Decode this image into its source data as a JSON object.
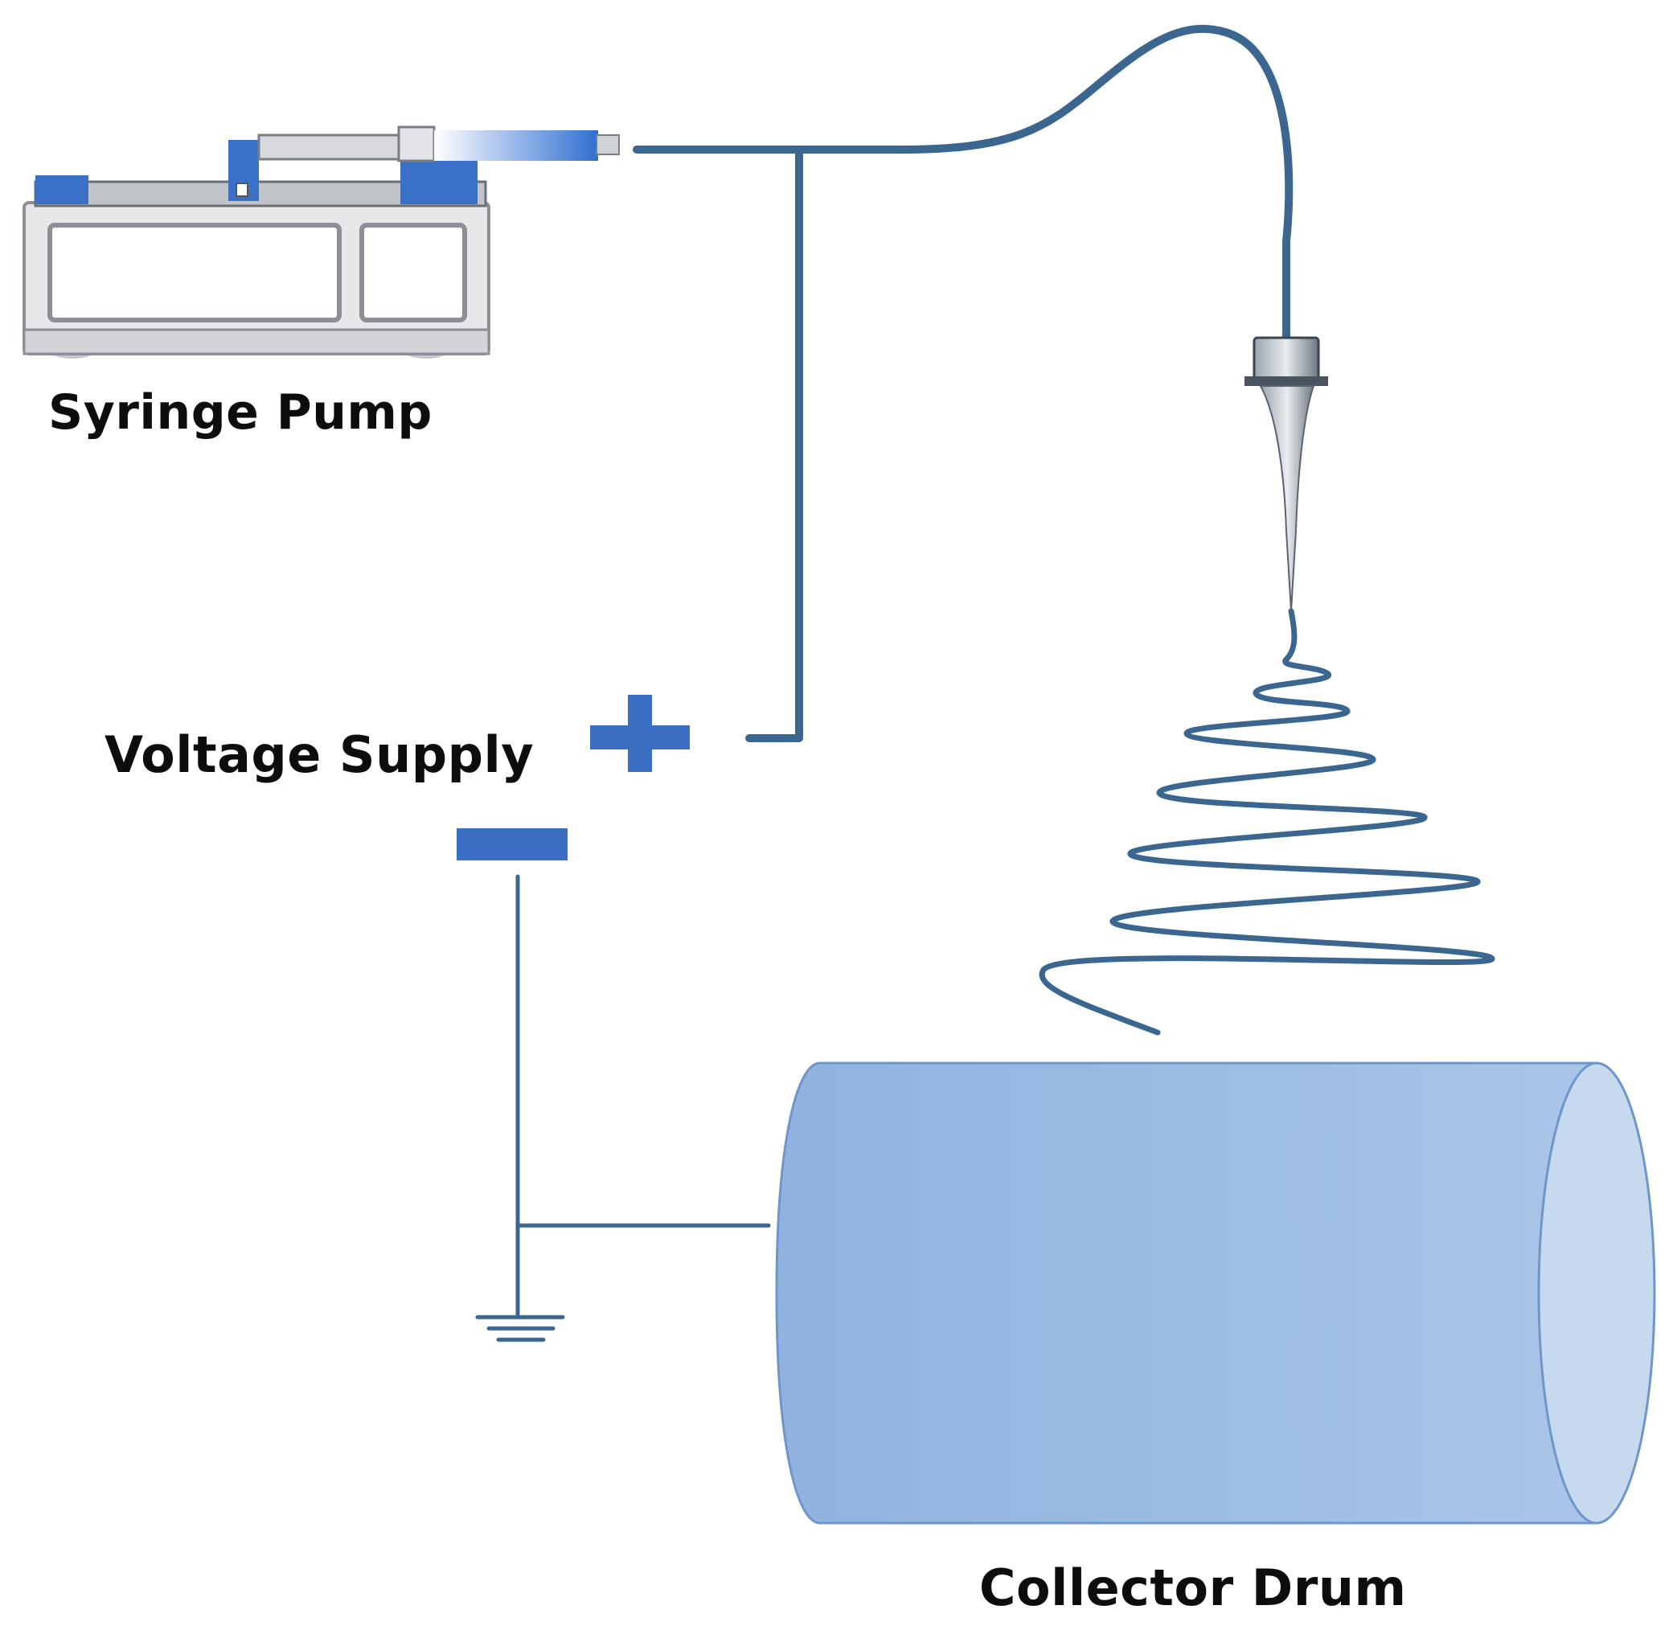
{
  "labels": {
    "syringe_pump": "Syringe Pump",
    "voltage_supply": "Voltage Supply",
    "collector_drum": "Collector Drum"
  },
  "symbols": {
    "positive_terminal": "plus-icon",
    "negative_terminal": "minus-icon",
    "ground": "ground-icon"
  },
  "colors": {
    "wire": "#3a6690",
    "accent_blue": "#3b6fc4",
    "drum_fill": "#9fbde3",
    "drum_face": "#c6d9ef",
    "pump_body": "#e6e7e9"
  }
}
